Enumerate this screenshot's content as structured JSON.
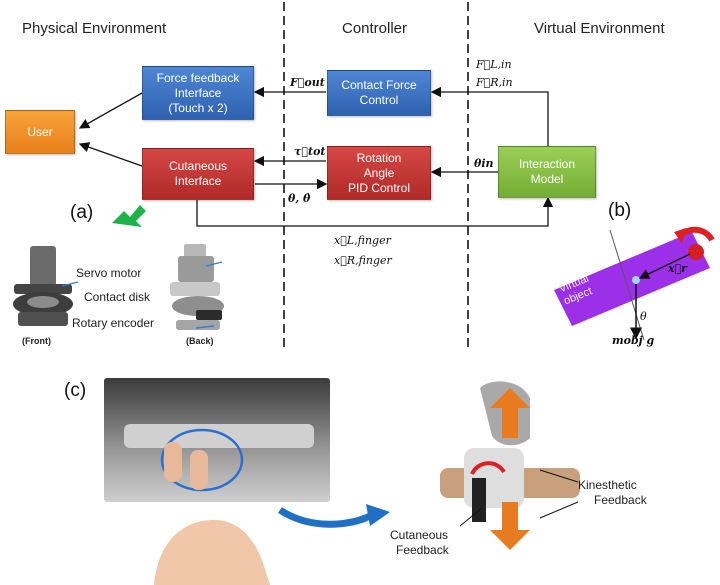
{
  "headers": {
    "physical": "Physical Environment",
    "controller": "Controller",
    "virtual": "Virtual Environment"
  },
  "blocks": {
    "user": "User",
    "force_feedback": [
      "Force feedback",
      "Interface",
      "(Touch x 2)"
    ],
    "cutaneous": [
      "Cutaneous",
      "Interface"
    ],
    "contact_force": [
      "Contact Force",
      "Control"
    ],
    "rotation": [
      "Rotation",
      "Angle",
      "PID Control"
    ],
    "interaction": [
      "Interaction",
      "Model"
    ]
  },
  "signals": {
    "f_out": "F⃗out",
    "t_tot": "τ⃗tot",
    "theta_dot": "θ, θ̇",
    "theta_in": "θin",
    "f_l_in": "F⃗L,in",
    "f_r_in": "F⃗R,in",
    "x_l_finger": "x⃗L,finger",
    "x_r_finger": "x⃗R,finger"
  },
  "panels": {
    "a": "(a)",
    "b": "(b)",
    "c": "(c)"
  },
  "device_labels": {
    "servo": "Servo motor",
    "disk": "Contact disk",
    "encoder": "Rotary encoder",
    "front": "(Front)",
    "back": "(Back)"
  },
  "panel_b": {
    "object": "Virtual object",
    "xr": "x⃗r",
    "theta": "θ",
    "weight": "mobj g"
  },
  "panel_c": {
    "cutaneous": [
      "Cutaneous",
      "Feedback"
    ],
    "kinesthetic": [
      "Kinesthetic",
      "Feedback"
    ]
  },
  "colors": {
    "blue_block": "#3a6fc0",
    "red_block": "#c0302d",
    "green_block": "#85bd45",
    "orange_block": "#f09026",
    "purple_object": "#9b30e8",
    "green_arrow": "#1fb24a",
    "blue_arrow": "#1f6fc4"
  }
}
